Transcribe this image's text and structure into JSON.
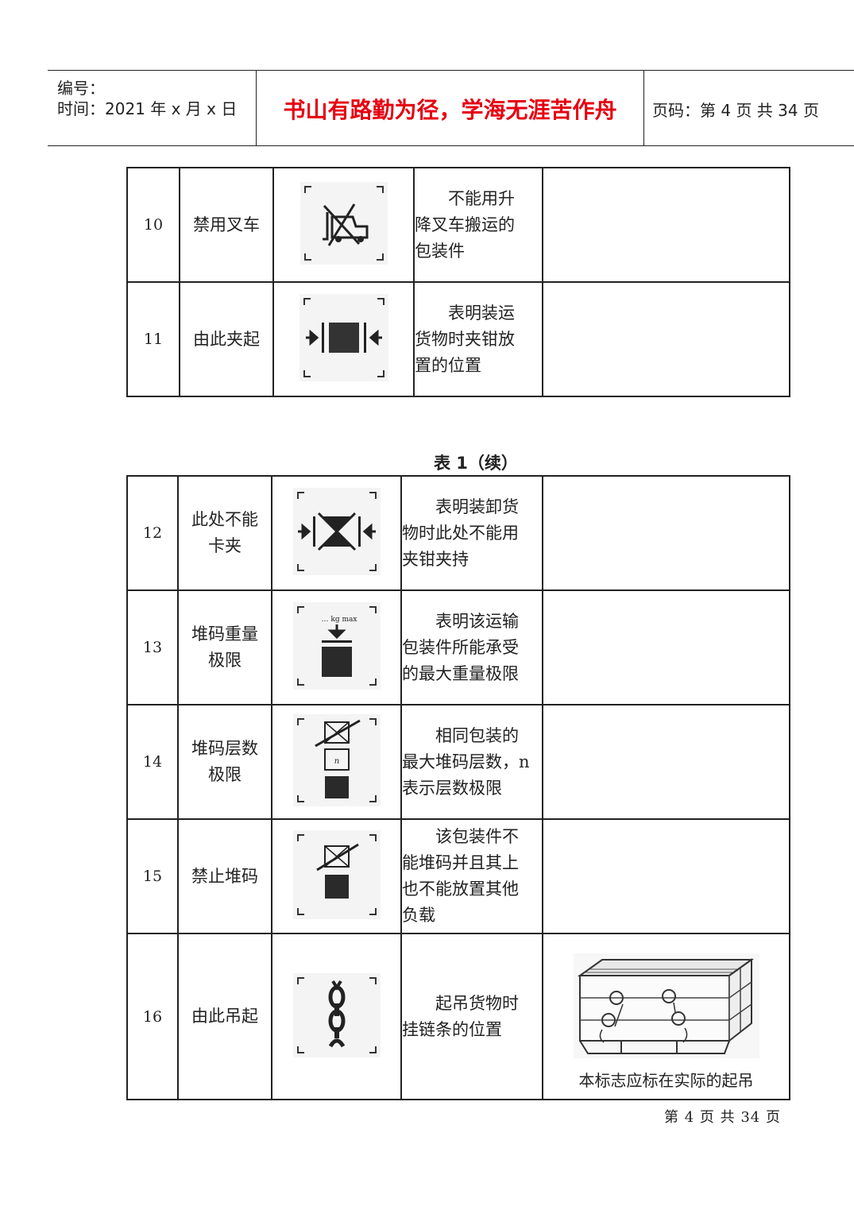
{
  "header": {
    "code_label": "编号：",
    "time_label": "时间：2021 年 x 月 x 日",
    "motto": "书山有路勤为径，学海无涯苦作舟",
    "page_info": "页码：第 4 页  共 34 页"
  },
  "table_a": {
    "rows": [
      {
        "num": "10",
        "name": "禁用叉车",
        "icon": "no-forklift-icon",
        "desc": [
          "不能用升",
          "降叉车搬运的",
          "包装件"
        ]
      },
      {
        "num": "11",
        "name": "由此夹起",
        "icon": "clamp-here-icon",
        "desc": [
          "表明装运",
          "货物时夹钳放",
          "置的位置"
        ]
      }
    ]
  },
  "caption": "表 1（续）",
  "table_b": {
    "rows": [
      {
        "num": "12",
        "name": [
          "此处不能",
          "卡夹"
        ],
        "icon": "no-clamp-icon",
        "desc": [
          "表明装卸货",
          "物时此处不能用",
          "夹钳夹持"
        ]
      },
      {
        "num": "13",
        "name": [
          "堆码重量",
          "极限"
        ],
        "icon": "stack-weight-limit-icon",
        "icon_text": "… kg max",
        "desc": [
          "表明该运输",
          "包装件所能承受",
          "的最大重量极限"
        ]
      },
      {
        "num": "14",
        "name": [
          "堆码层数",
          "极限"
        ],
        "icon": "stack-layer-limit-icon",
        "icon_text": "n",
        "desc": [
          "相同包装的",
          "最大堆码层数，n",
          "表示层数极限"
        ]
      },
      {
        "num": "15",
        "name": [
          "禁止堆码"
        ],
        "icon": "no-stacking-icon",
        "desc": [
          "该包装件不",
          "能堆码并且其上",
          "也不能放置其他",
          "负载"
        ]
      },
      {
        "num": "16",
        "name": [
          "由此吊起"
        ],
        "icon": "sling-here-chain-icon",
        "desc": [
          "起吊货物时",
          "挂链条的位置"
        ],
        "note": "本标志应标在实际的起吊",
        "note_icon": "crate-with-chains-icon"
      }
    ]
  },
  "footer": "第 4 页 共 34 页"
}
